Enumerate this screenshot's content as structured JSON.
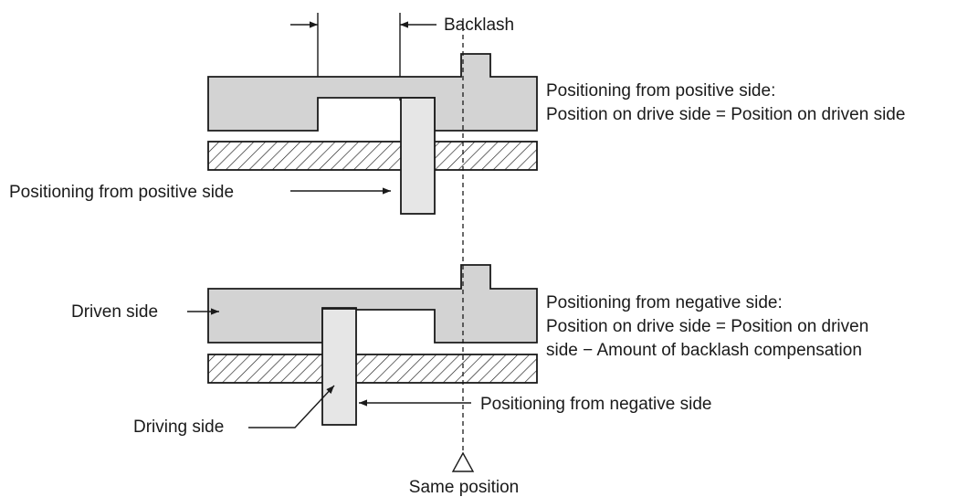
{
  "labels": {
    "backlash": "Backlash",
    "top_note_line1": "Positioning from positive side:",
    "top_note_line2": "Position on drive side = Position on driven side",
    "top_arrow_label": "Positioning from positive side",
    "driven_side": "Driven side",
    "bottom_note_line1": "Positioning from negative side:",
    "bottom_note_line2": "Position on drive side = Position on driven",
    "bottom_note_line3": "side − Amount of backlash compensation",
    "bottom_arrow_label": "Positioning from negative side",
    "driving_side": "Driving side",
    "same_position": "Same position"
  },
  "colors": {
    "driven_fill": "#d3d3d3",
    "driving_fill": "#e6e6e6",
    "stroke": "#1a1a1a"
  }
}
